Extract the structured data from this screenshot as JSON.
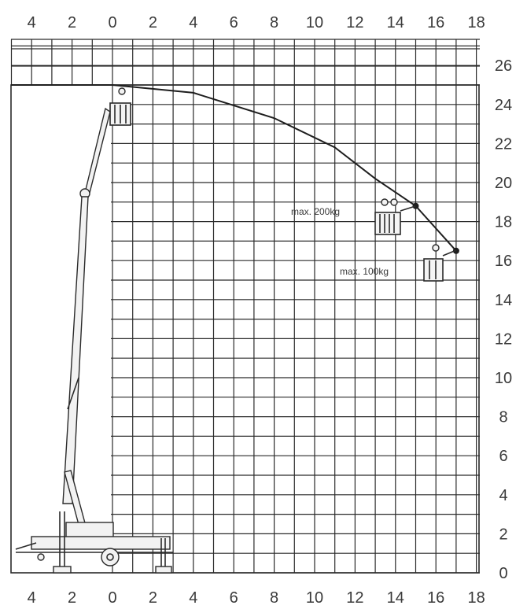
{
  "diagram": {
    "x_axis": {
      "top_ticks": [
        "4",
        "2",
        "0",
        "2",
        "4",
        "6",
        "8",
        "10",
        "12",
        "14",
        "16",
        "18"
      ],
      "bottom_ticks": [
        "4",
        "2",
        "0",
        "2",
        "4",
        "6",
        "8",
        "10",
        "12",
        "14",
        "16",
        "18"
      ]
    },
    "y_axis": {
      "ticks": [
        "0",
        "2",
        "4",
        "6",
        "8",
        "10",
        "12",
        "14",
        "16",
        "18",
        "20",
        "22",
        "24",
        "26"
      ]
    },
    "annotations": {
      "load_200": "max. 200kg",
      "load_100": "max. 100kg"
    },
    "working_envelope": {
      "points_m": [
        [
          0,
          25
        ],
        [
          4,
          24.6
        ],
        [
          8,
          23.3
        ],
        [
          11,
          21.8
        ],
        [
          13,
          20.2
        ],
        [
          15,
          18.8
        ],
        [
          17,
          16.5
        ]
      ],
      "marker_200kg_m": [
        15,
        18.8
      ],
      "marker_100kg_m": [
        17,
        16.5
      ]
    },
    "colors": {
      "line": "#1e1e1e",
      "grid": "#2a2a2a",
      "text": "#3a3a3a"
    }
  }
}
